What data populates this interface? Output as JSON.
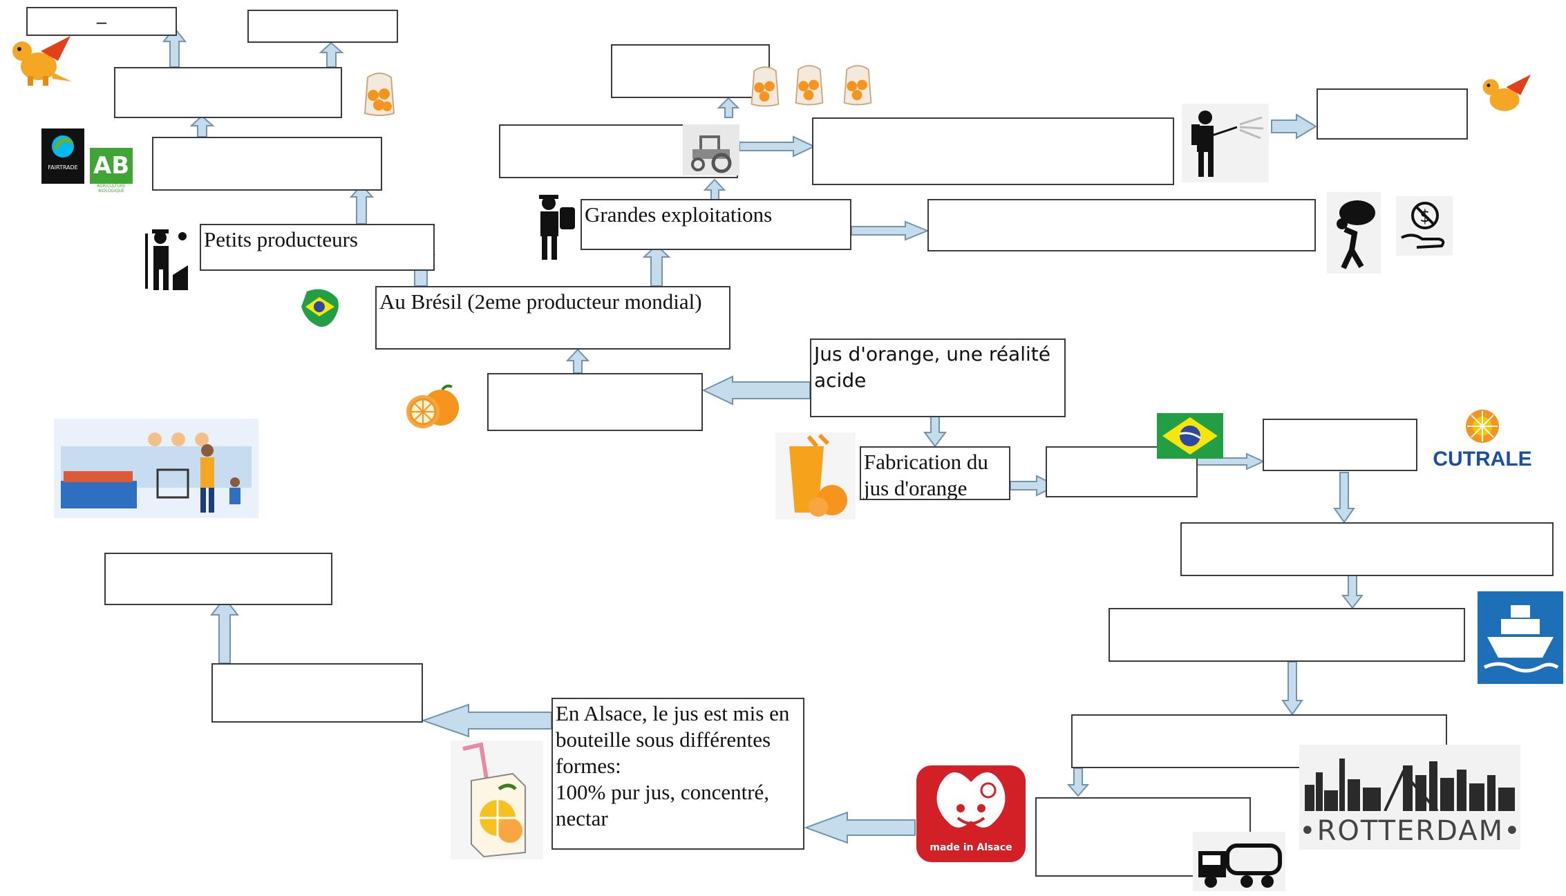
{
  "boxes": {
    "top_left_dash": "–",
    "petits_producteurs": "Petits producteurs",
    "grandes_exploitations": "Grandes exploitations",
    "au_bresil": "Au Brésil (2eme producteur mondial)",
    "jus_orange_realite": "Jus d'orange, une réalité acide",
    "fabrication_jus": "Fabrication du jus d'orange",
    "alsace_text": "En Alsace, le jus est mis en bouteille sous différentes formes:\n100% pur jus, concentré, nectar"
  },
  "logos": {
    "fairtrade": "FAIRTRADE",
    "ab": "AB",
    "ab_caption": "AGRICULTURE BIOLOGIQUE",
    "cutrale": "CUTRALE",
    "rotterdam": "•ROTTERDAM•",
    "made_in_alsace": "made in Alsace"
  },
  "colors": {
    "arrow_fill": "#c5dcec",
    "arrow_stroke": "#6f93b0",
    "box_border": "#3a3a3a",
    "orange": "#f7941d",
    "dragon": "#f5a623",
    "ship_blue": "#1d6fb8",
    "alsace_red": "#d32027",
    "brazil_green": "#229e45",
    "brazil_yellow": "#f8e509",
    "brazil_blue": "#2b49a3",
    "cutrale_blue": "#1a4fa3"
  },
  "icons": [
    "dragon-icon",
    "orange-bag-icon",
    "fairtrade-logo",
    "ab-logo",
    "farmer-icon",
    "brazil-map-icon",
    "sprayer-icon",
    "tractor-icon",
    "worker-icon",
    "no-money-icon",
    "orange-fruit-icon",
    "market-scene",
    "juice-glass-icon",
    "brazil-flag",
    "cutrale-logo",
    "ship-icon",
    "rotterdam-skyline",
    "truck-icon",
    "made-in-alsace-logo",
    "juice-box-icon"
  ]
}
